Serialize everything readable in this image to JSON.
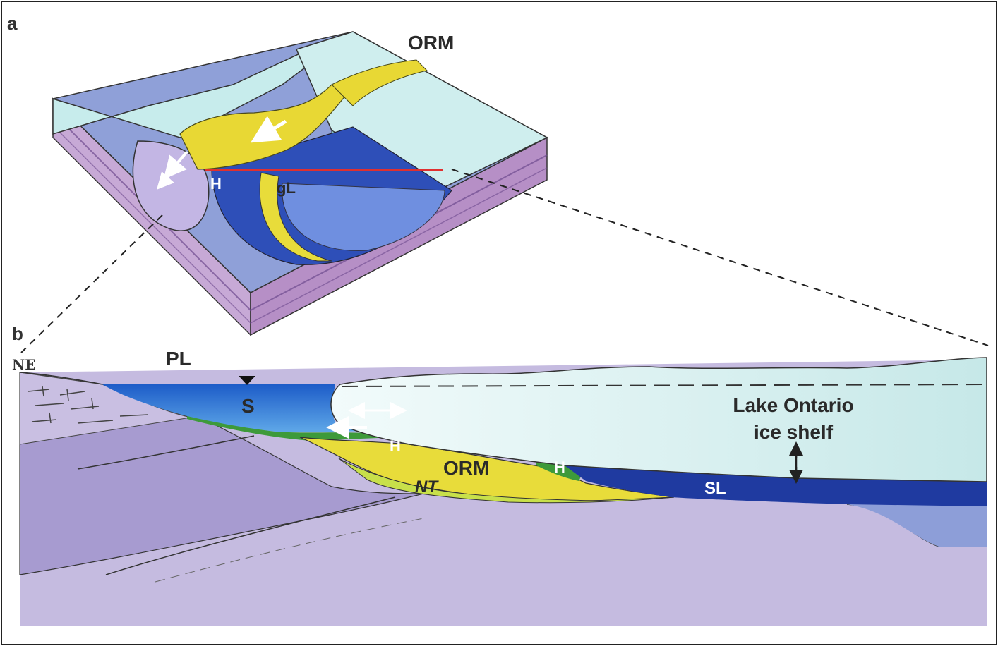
{
  "panels": {
    "a": {
      "letter": "a",
      "labels": {
        "orm": "ORM",
        "h": "H",
        "gl": "gL"
      }
    },
    "b": {
      "letter": "b",
      "labels": {
        "ne": "NE",
        "pl": "PL",
        "s": "S",
        "h_left": "H",
        "h_right": "H",
        "orm": "ORM",
        "nt": "NT",
        "sl": "SL",
        "ice_shelf_line1": "Lake Ontario",
        "ice_shelf_line2": "ice shelf"
      }
    }
  },
  "colors": {
    "ice": "#cfeeee",
    "ice_top": "#a8dcd8",
    "bedrock": "#a79bd0",
    "bedrock_light": "#c8bde0",
    "lake_blue": "#2f66c8",
    "deep_blue": "#1f3aa0",
    "till_yellow": "#e8dc3a",
    "lime": "#c8e04a",
    "green": "#3d9a3a",
    "section_line": "#e03030"
  }
}
